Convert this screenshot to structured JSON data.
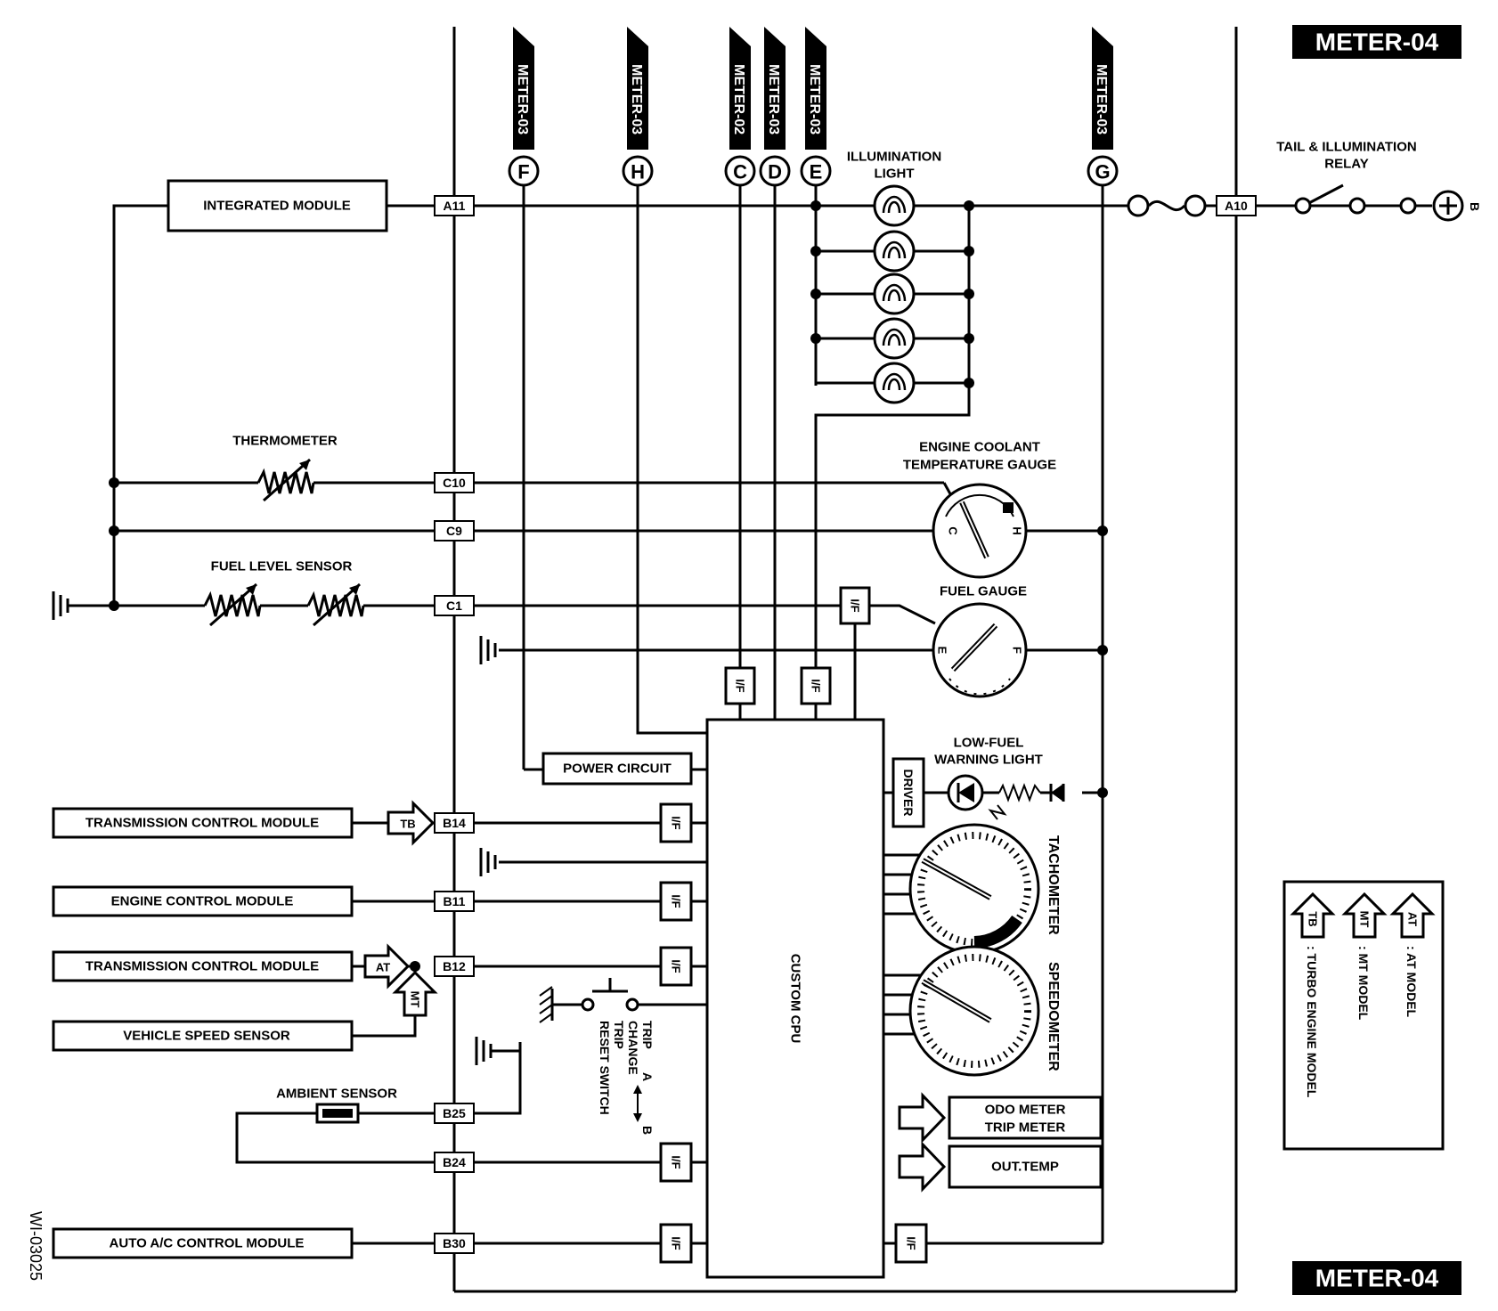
{
  "page_tag": "METER-04",
  "page_tag_bottom": "METER-04",
  "doc_id": "WI-03025",
  "refs": [
    {
      "text": "METER-03",
      "letter": "F"
    },
    {
      "text": "METER-03",
      "letter": "H"
    },
    {
      "text": "METER-02",
      "letter": "C"
    },
    {
      "text": "METER-03",
      "letter": "D"
    },
    {
      "text": "METER-03",
      "letter": "E"
    },
    {
      "text": "METER-03",
      "letter": "G"
    }
  ],
  "modules": {
    "integrated": "INTEGRATED MODULE",
    "tcm1": "TRANSMISSION CONTROL MODULE",
    "ecm": "ENGINE CONTROL MODULE",
    "tcm2": "TRANSMISSION CONTROL MODULE",
    "vss": "VEHICLE SPEED SENSOR",
    "ac": "AUTO A/C CONTROL MODULE"
  },
  "connectors": {
    "a11": "A11",
    "a10": "A10",
    "c10": "C10",
    "c9": "C9",
    "c1": "C1",
    "b14": "B14",
    "b11": "B11",
    "b12": "B12",
    "b25": "B25",
    "b24": "B24",
    "b30": "B30"
  },
  "labels": {
    "illum_1": "ILLUMINATION",
    "illum_2": "LIGHT",
    "relay_1": "TAIL & ILLUMINATION",
    "relay_2": "RELAY",
    "battery": "B",
    "thermometer": "THERMOMETER",
    "fuel_sensor": "FUEL LEVEL SENSOR",
    "coolant_1": "ENGINE COOLANT",
    "coolant_2": "TEMPERATURE GAUGE",
    "fuel_gauge": "FUEL GAUGE",
    "power_circuit": "POWER CIRCUIT",
    "custom_cpu": "CUSTOM CPU",
    "driver": "DRIVER",
    "low_fuel_1": "LOW-FUEL",
    "low_fuel_2": "WARNING LIGHT",
    "tachometer": "TACHOMETER",
    "speedometer": "SPEEDOMETER",
    "odo_1": "ODO METER",
    "odo_2": "TRIP METER",
    "out_temp": "OUT.TEMP",
    "ambient": "AMBIENT SENSOR",
    "trip_1": "TRIP",
    "trip_2": "CHANGE",
    "trip_3": "TRIP",
    "trip_4": "RESET SWITCH",
    "trip_a": "A",
    "trip_b": "B",
    "if": "I/F",
    "gauge_c": "C",
    "gauge_h": "H",
    "gauge_e": "E",
    "gauge_f": "F"
  },
  "badges": {
    "tb": "TB",
    "at": "AT",
    "mt": "MT"
  },
  "legend": [
    {
      "badge": "AT",
      "text": ": AT MODEL"
    },
    {
      "badge": "MT",
      "text": ": MT MODEL"
    },
    {
      "badge": "TB",
      "text": ": TURBO ENGINE MODEL"
    }
  ]
}
